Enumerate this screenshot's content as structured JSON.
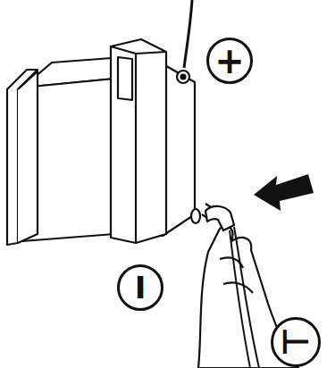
{
  "diagram": {
    "nodes": [
      {
        "text": [
          "+"
        ]
      },
      {
        "text": [
          "I"
        ]
      },
      {
        "text": [
          "⊢"
        ]
      }
    ]
  }
}
